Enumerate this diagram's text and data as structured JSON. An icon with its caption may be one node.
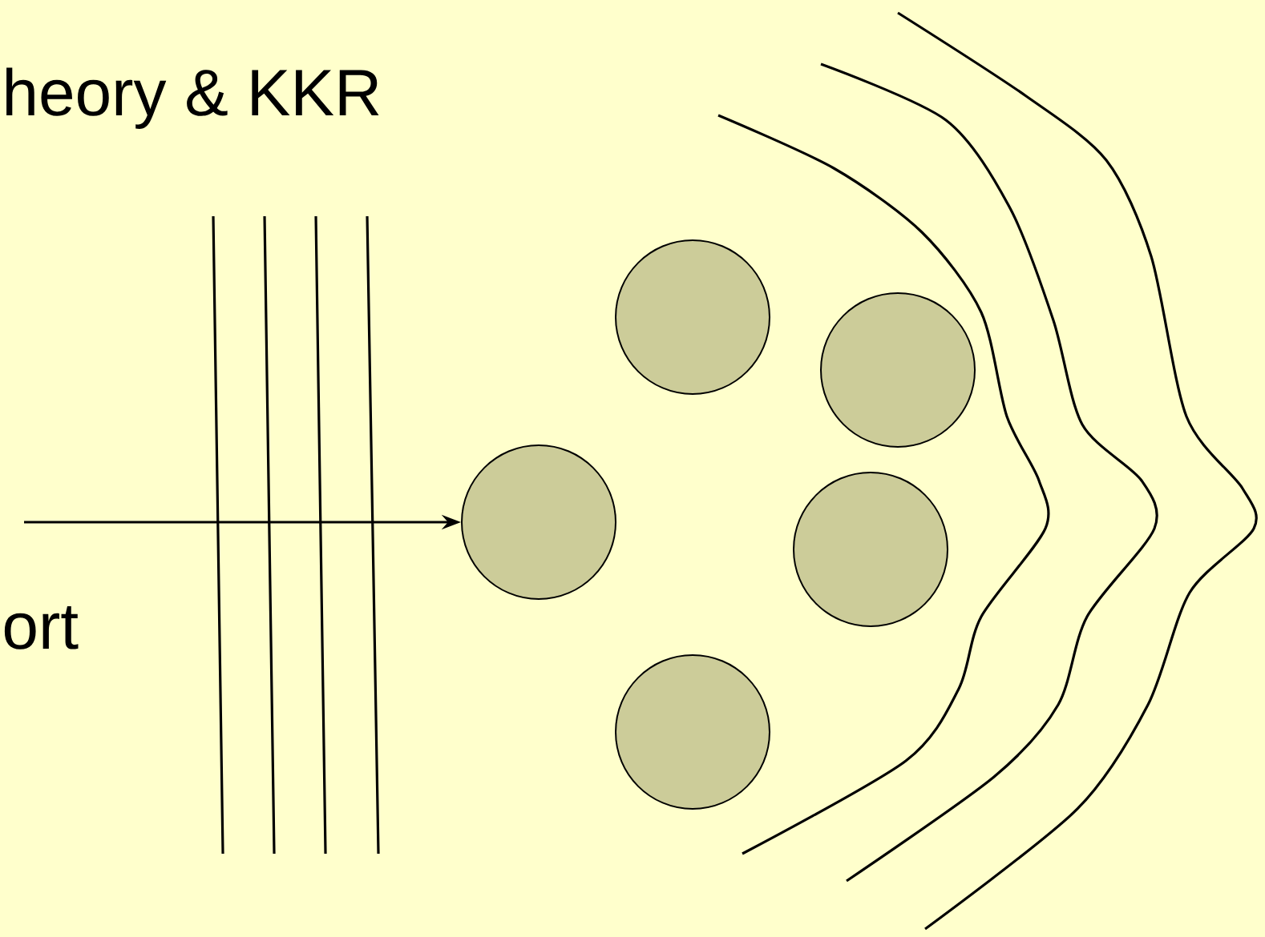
{
  "diagram": {
    "nodes": [
      {
        "text": [],
        "shape": "circle"
      },
      {
        "text": [],
        "shape": "circle"
      },
      {
        "text": [],
        "shape": "circle"
      },
      {
        "text": [],
        "shape": "circle"
      },
      {
        "text": [],
        "shape": "circle"
      }
    ],
    "edges": [
      {
        "from": null,
        "to": 2,
        "arrow": "to"
      }
    ],
    "labels": [
      "heory & KKR",
      "ort"
    ]
  }
}
